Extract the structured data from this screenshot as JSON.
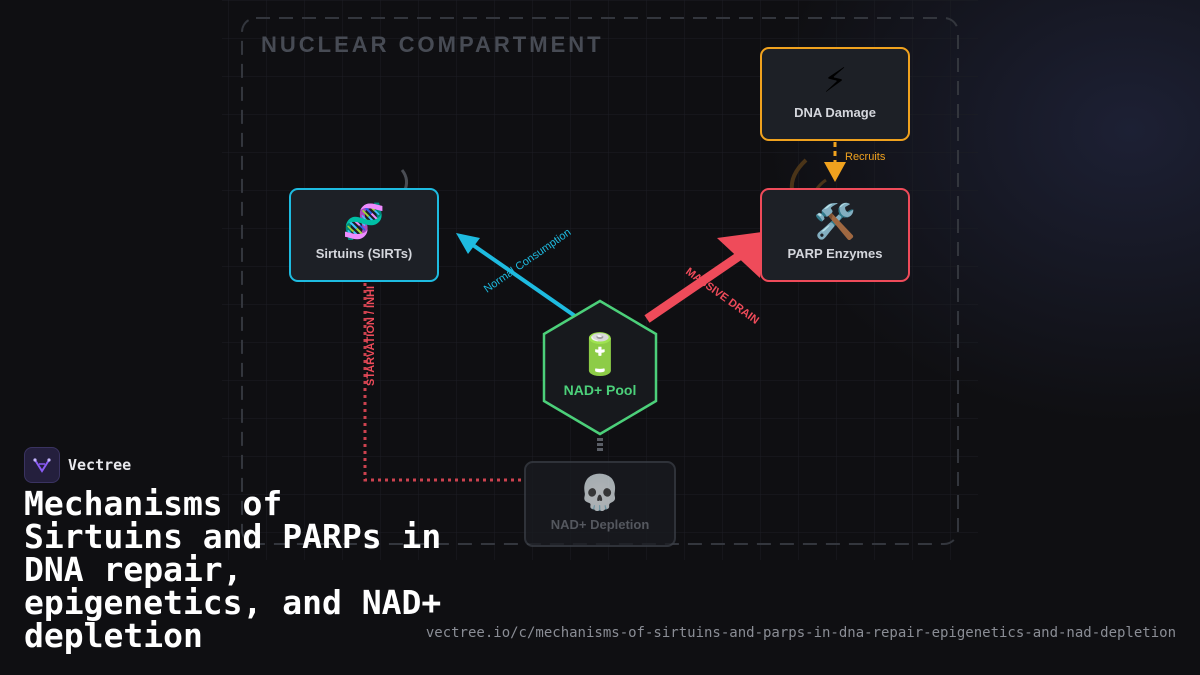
{
  "diagram": {
    "compartment_title": "NUCLEAR COMPARTMENT",
    "nodes": {
      "dna_damage": {
        "emoji": "⚡",
        "label": "DNA Damage"
      },
      "sirtuins": {
        "emoji": "🧬",
        "label": "Sirtuins (SIRTs)"
      },
      "parp": {
        "emoji": "🛠️",
        "label": "PARP Enzymes"
      },
      "nad_pool": {
        "emoji": "🔋",
        "label": "NAD+ Pool"
      },
      "nad_depletion": {
        "emoji": "💀",
        "label": "NAD+ Depletion"
      }
    },
    "edges": {
      "recruits": "Recruits",
      "normal_consumption": "Normal Consumption",
      "massive_drain": "MASSIVE DRAIN",
      "starvation": "STARVATION / INHI"
    },
    "colors": {
      "sirtuins": "#1ebbe0",
      "dna_damage": "#f0a21e",
      "parp": "#ef4b5a",
      "nad_pool": "#4cd07a",
      "depletion": "#3a3e46"
    }
  },
  "brand": {
    "name": "Vectree",
    "logo_icon": "vectree-logo-icon"
  },
  "title": "Mechanisms of Sirtuins and PARPs in DNA repair, epigenetics, and NAD+ depletion",
  "url": "vectree.io/c/mechanisms-of-sirtuins-and-parps-in-dna-repair-epigenetics-and-nad-depletion"
}
